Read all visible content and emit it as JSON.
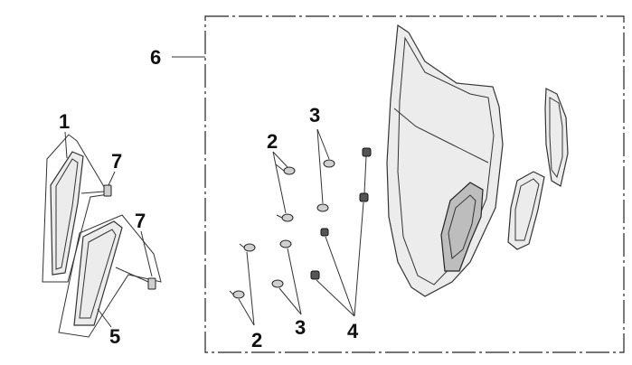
{
  "callouts": {
    "part1": "1",
    "part2_top": "2",
    "part2_bottom": "2",
    "part3_top": "3",
    "part3_bottom": "3",
    "part4": "4",
    "part5": "5",
    "part6": "6",
    "part7_top": "7",
    "part7_bottom": "7"
  },
  "colors": {
    "line": "#333333",
    "part_fill": "#ececec",
    "hardware_fill": "#cfcfcf",
    "background": "#ffffff"
  }
}
